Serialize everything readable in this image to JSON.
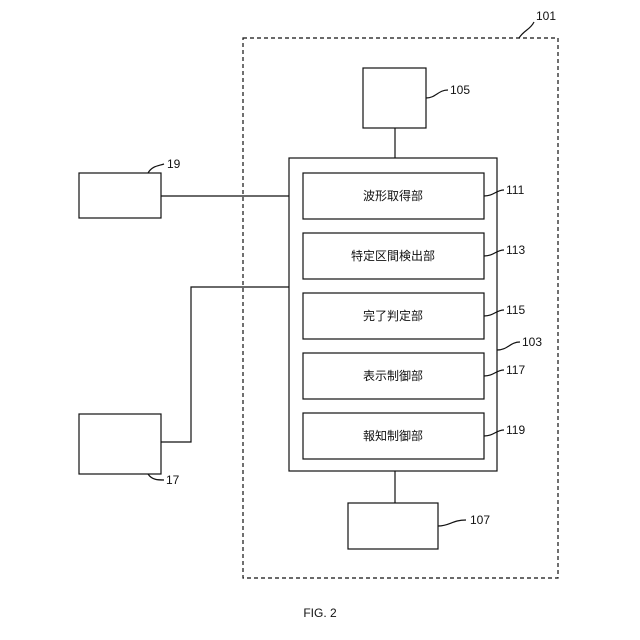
{
  "diagram": {
    "device_ref": "101",
    "top_block_ref": "105",
    "bottom_block_ref": "107",
    "processor_ref": "103",
    "left_top_ref": "19",
    "left_bottom_ref": "17",
    "units": [
      {
        "label": "波形取得部",
        "ref": "111"
      },
      {
        "label": "特定区間検出部",
        "ref": "113"
      },
      {
        "label": "完了判定部",
        "ref": "115"
      },
      {
        "label": "表示制御部",
        "ref": "117"
      },
      {
        "label": "報知制御部",
        "ref": "119"
      }
    ]
  },
  "caption": "FIG. 2"
}
